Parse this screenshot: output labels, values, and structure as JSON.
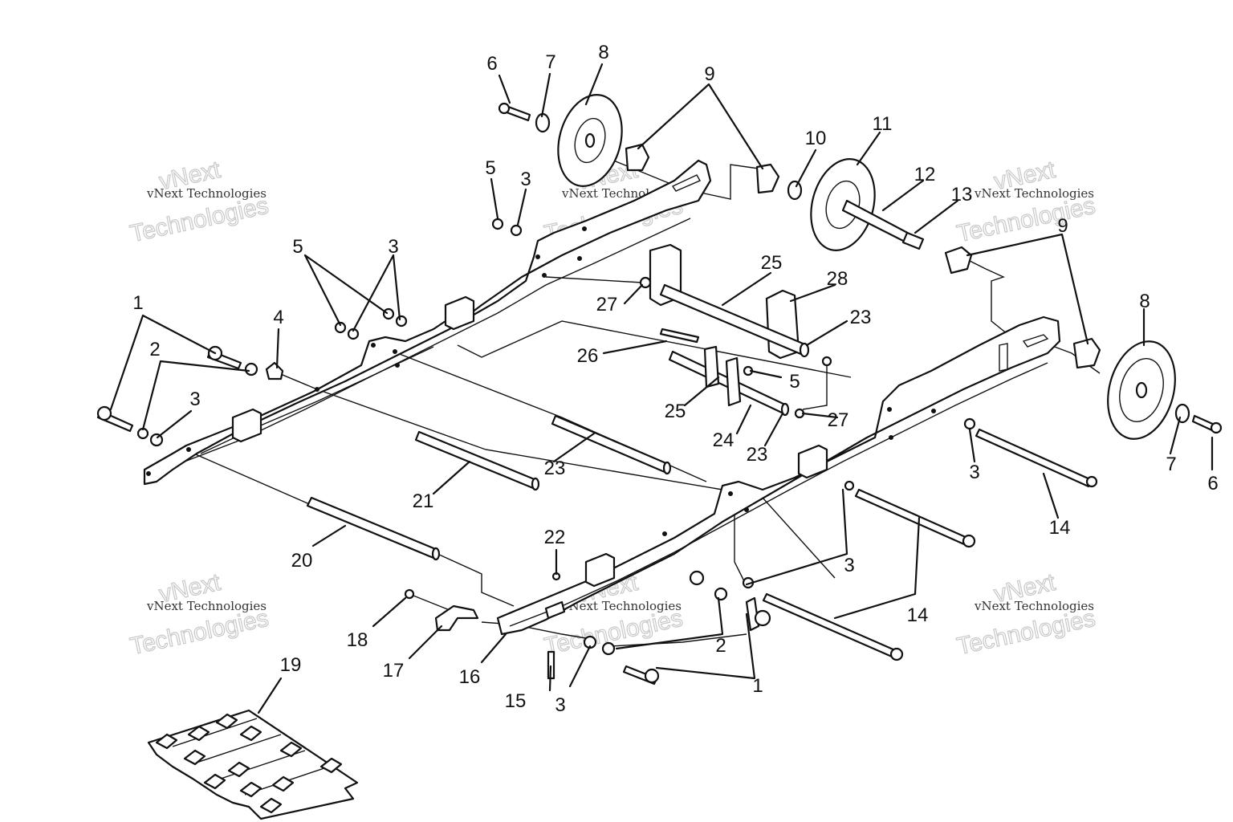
{
  "callouts": [
    "1",
    "2",
    "3",
    "4",
    "5",
    "6",
    "7",
    "8",
    "9",
    "10",
    "11",
    "12",
    "13",
    "14",
    "15",
    "16",
    "17",
    "18",
    "19",
    "20",
    "21",
    "22",
    "23",
    "24",
    "25",
    "26",
    "27",
    "28"
  ],
  "watermark": {
    "small": "vNext Technologies",
    "large_top": "vNext",
    "large_bottom": "Technologies"
  }
}
